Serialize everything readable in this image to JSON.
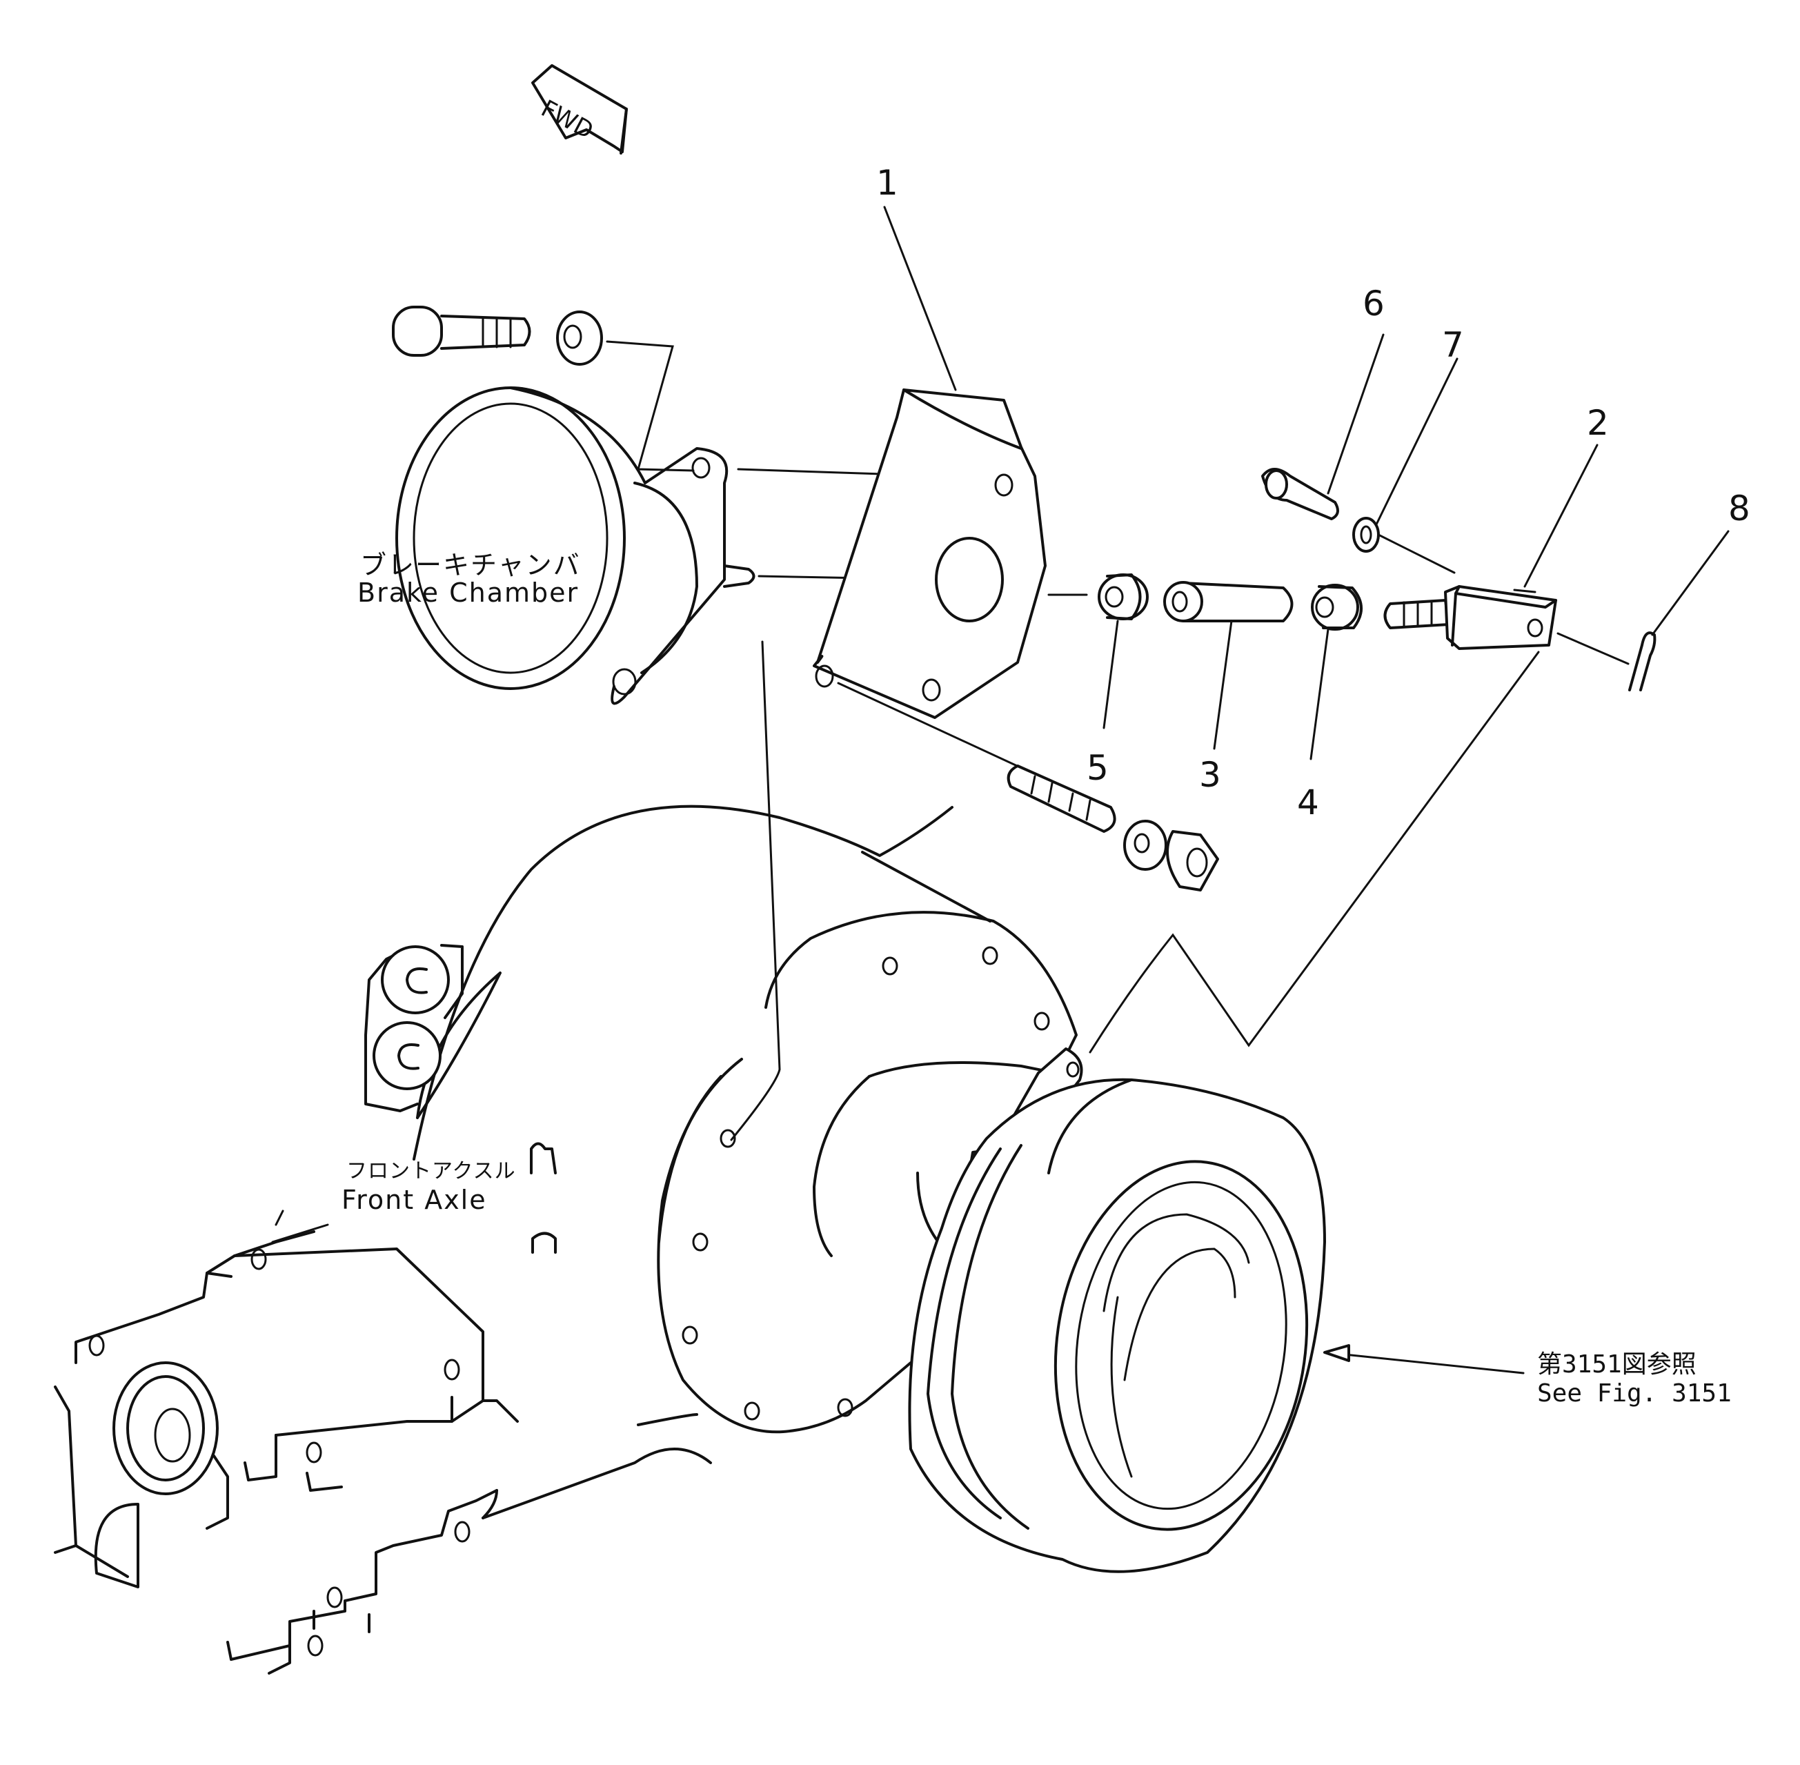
{
  "direction_arrow": {
    "text": "FWD",
    "icon": "fwd-arrow-icon"
  },
  "callouts": {
    "c1": "1",
    "c2": "2",
    "c3": "3",
    "c4": "4",
    "c5": "5",
    "c6": "6",
    "c7": "7",
    "c8": "8"
  },
  "labels": {
    "brake_chamber_jp": "ブレーキチャンバ",
    "brake_chamber_en": "Brake Chamber",
    "front_axle_jp": "フロントアクスル",
    "front_axle_en": "Front Axle",
    "see_fig_jp": "第3151図参照",
    "see_fig_en": "See Fig. 3151"
  },
  "colors": {
    "ink": "#111111",
    "paper": "#ffffff"
  }
}
